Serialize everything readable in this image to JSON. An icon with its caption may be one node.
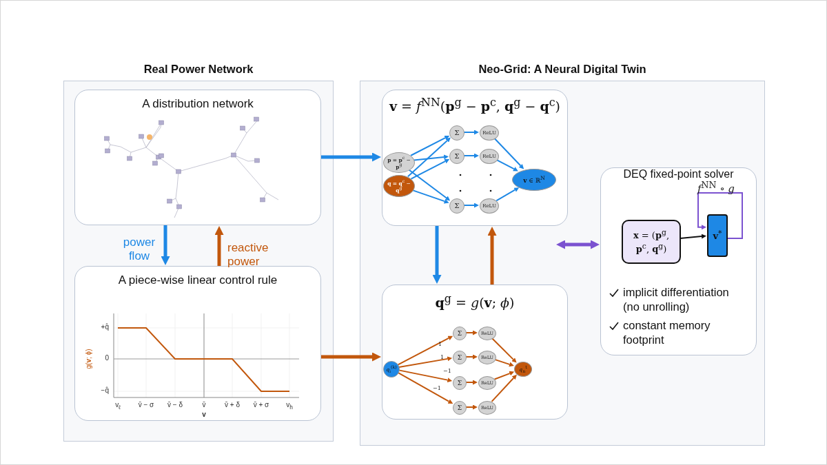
{
  "diagram": {
    "nodes": [
      {
        "text": [
          "Real Power Network"
        ]
      },
      {
        "text": [
          "A distribution network"
        ],
        "in": 0
      },
      {
        "text": [
          "A piece-wise linear control rule"
        ],
        "in": 0
      },
      {
        "text": [
          "Neo-Grid: A Neural Digital Twin"
        ]
      },
      {
        "text": [
          "**v** = *f*$^{NN}$(**p**$^{g}$ − **p**$^{c}$, **q**$^{g}$ − **q**$^{c}$)"
        ],
        "in": 3
      },
      {
        "text": [
          "**p** = **p**$^{c}$ − **p**$^{g}$"
        ],
        "in": 4
      },
      {
        "text": [
          "**q** = **q**$^{c}$ − **q**$^{g}$"
        ],
        "in": 4
      },
      {
        "text": [
          "Σ"
        ],
        "in": 4
      },
      {
        "text": [
          "Σ"
        ],
        "in": 4
      },
      {
        "text": [
          "Σ"
        ],
        "in": 4
      },
      {
        "text": [
          "ReLU"
        ],
        "in": 4
      },
      {
        "text": [
          "ReLU"
        ],
        "in": 4
      },
      {
        "text": [
          "ReLU"
        ],
        "in": 4
      },
      {
        "text": [
          "**v** ∈ ℝ$^{N}$"
        ],
        "in": 4
      },
      {
        "text": [
          "**q**$^{g}$ = *g*(**v**; *ϕ*)"
        ],
        "in": 3
      },
      {
        "text": [
          "*q*$_{i}$$^{(k)}$"
        ],
        "in": 14
      },
      {
        "text": [
          "Σ"
        ],
        "in": 14
      },
      {
        "text": [
          "Σ"
        ],
        "in": 14
      },
      {
        "text": [
          "Σ"
        ],
        "in": 14
      },
      {
        "text": [
          "Σ"
        ],
        "in": 14
      },
      {
        "text": [
          "ReLU"
        ],
        "in": 14
      },
      {
        "text": [
          "ReLU"
        ],
        "in": 14
      },
      {
        "text": [
          "ReLU"
        ],
        "in": 14
      },
      {
        "text": [
          "ReLU"
        ],
        "in": 14
      },
      {
        "text": [
          "*q*$_{n}$$^{t}$"
        ],
        "in": 14
      },
      {
        "text": [
          "DEQ fixed-point solver",
          "implicit differentiation (no unrolling)",
          "constant memory footprint"
        ],
        "in": 3
      },
      {
        "text": [
          "**x** = (**p**$^{g}$, **p**$^{c}$, **q**$^{g}$)"
        ],
        "in": 25
      },
      {
        "text": [
          "**v**$^{*}$"
        ],
        "in": 25
      }
    ],
    "edges": [
      {
        "from": 1,
        "to": 2,
        "arrow": "to",
        "label": "power flow",
        "style": "thick",
        "color": "#1e88e5"
      },
      {
        "from": 2,
        "to": 1,
        "arrow": "to",
        "label": "reactive power",
        "style": "thick",
        "color": "#c2570c"
      },
      {
        "from": 1,
        "to": 4,
        "arrow": "to",
        "style": "thick",
        "color": "#1e88e5"
      },
      {
        "from": 2,
        "to": 14,
        "arrow": "to",
        "style": "thick",
        "color": "#c2570c"
      },
      {
        "from": 4,
        "to": 14,
        "arrow": "to",
        "style": "thick",
        "color": "#1e88e5"
      },
      {
        "from": 14,
        "to": 4,
        "arrow": "to",
        "style": "thick",
        "color": "#c2570c"
      },
      {
        "from": 4,
        "to": 25,
        "arrow": "both",
        "style": "thick",
        "color": "#7b52d0"
      },
      {
        "from": 5,
        "to": 7,
        "arrow": "to",
        "color": "#1e88e5"
      },
      {
        "from": 5,
        "to": 8,
        "arrow": "to",
        "color": "#1e88e5"
      },
      {
        "from": 5,
        "to": 9,
        "arrow": "to",
        "color": "#1e88e5"
      },
      {
        "from": 6,
        "to": 7,
        "arrow": "to",
        "color": "#1e88e5"
      },
      {
        "from": 6,
        "to": 8,
        "arrow": "to",
        "color": "#1e88e5"
      },
      {
        "from": 6,
        "to": 9,
        "arrow": "to",
        "color": "#1e88e5"
      },
      {
        "from": 7,
        "to": 10,
        "arrow": "to",
        "color": "#1e88e5"
      },
      {
        "from": 8,
        "to": 11,
        "arrow": "to",
        "color": "#1e88e5"
      },
      {
        "from": 9,
        "to": 12,
        "arrow": "to",
        "color": "#1e88e5"
      },
      {
        "from": 10,
        "to": 13,
        "arrow": "to",
        "color": "#1e88e5"
      },
      {
        "from": 11,
        "to": 13,
        "arrow": "to",
        "color": "#1e88e5"
      },
      {
        "from": 12,
        "to": 13,
        "arrow": "to",
        "color": "#1e88e5"
      },
      {
        "from": 15,
        "to": 16,
        "arrow": "to",
        "label": "1",
        "color": "#c2570c"
      },
      {
        "from": 15,
        "to": 17,
        "arrow": "to",
        "label": "1",
        "color": "#c2570c"
      },
      {
        "from": 15,
        "to": 18,
        "arrow": "to",
        "label": "−1",
        "color": "#c2570c"
      },
      {
        "from": 15,
        "to": 19,
        "arrow": "to",
        "label": "−1",
        "color": "#c2570c"
      },
      {
        "from": 16,
        "to": 20,
        "arrow": "to",
        "color": "#c2570c"
      },
      {
        "from": 17,
        "to": 21,
        "arrow": "to",
        "color": "#c2570c"
      },
      {
        "from": 18,
        "to": 22,
        "arrow": "to",
        "color": "#c2570c"
      },
      {
        "from": 19,
        "to": 23,
        "arrow": "to",
        "color": "#c2570c"
      },
      {
        "from": 20,
        "to": 24,
        "arrow": "to",
        "color": "#c2570c"
      },
      {
        "from": 21,
        "to": 24,
        "arrow": "to",
        "color": "#c2570c"
      },
      {
        "from": 22,
        "to": 24,
        "arrow": "to",
        "color": "#c2570c"
      },
      {
        "from": 23,
        "to": 24,
        "arrow": "to",
        "color": "#c2570c"
      },
      {
        "from": 26,
        "to": 27,
        "arrow": "to",
        "color": "#111111"
      },
      {
        "from": 27,
        "to": 27,
        "arrow": "to",
        "label": "*f*$^{NN}$ ∘ *g*",
        "color": "#7b52d0"
      }
    ],
    "labels": [
      "g(**v**; ϕ)",
      "+q̂",
      "0",
      "−q̂",
      "v$_{ℓ}$",
      "v̄ − σ",
      "v̄ − δ",
      "v̄",
      "v̄ + δ",
      "v̄ + σ",
      "v$_{h}$",
      "v"
    ]
  }
}
